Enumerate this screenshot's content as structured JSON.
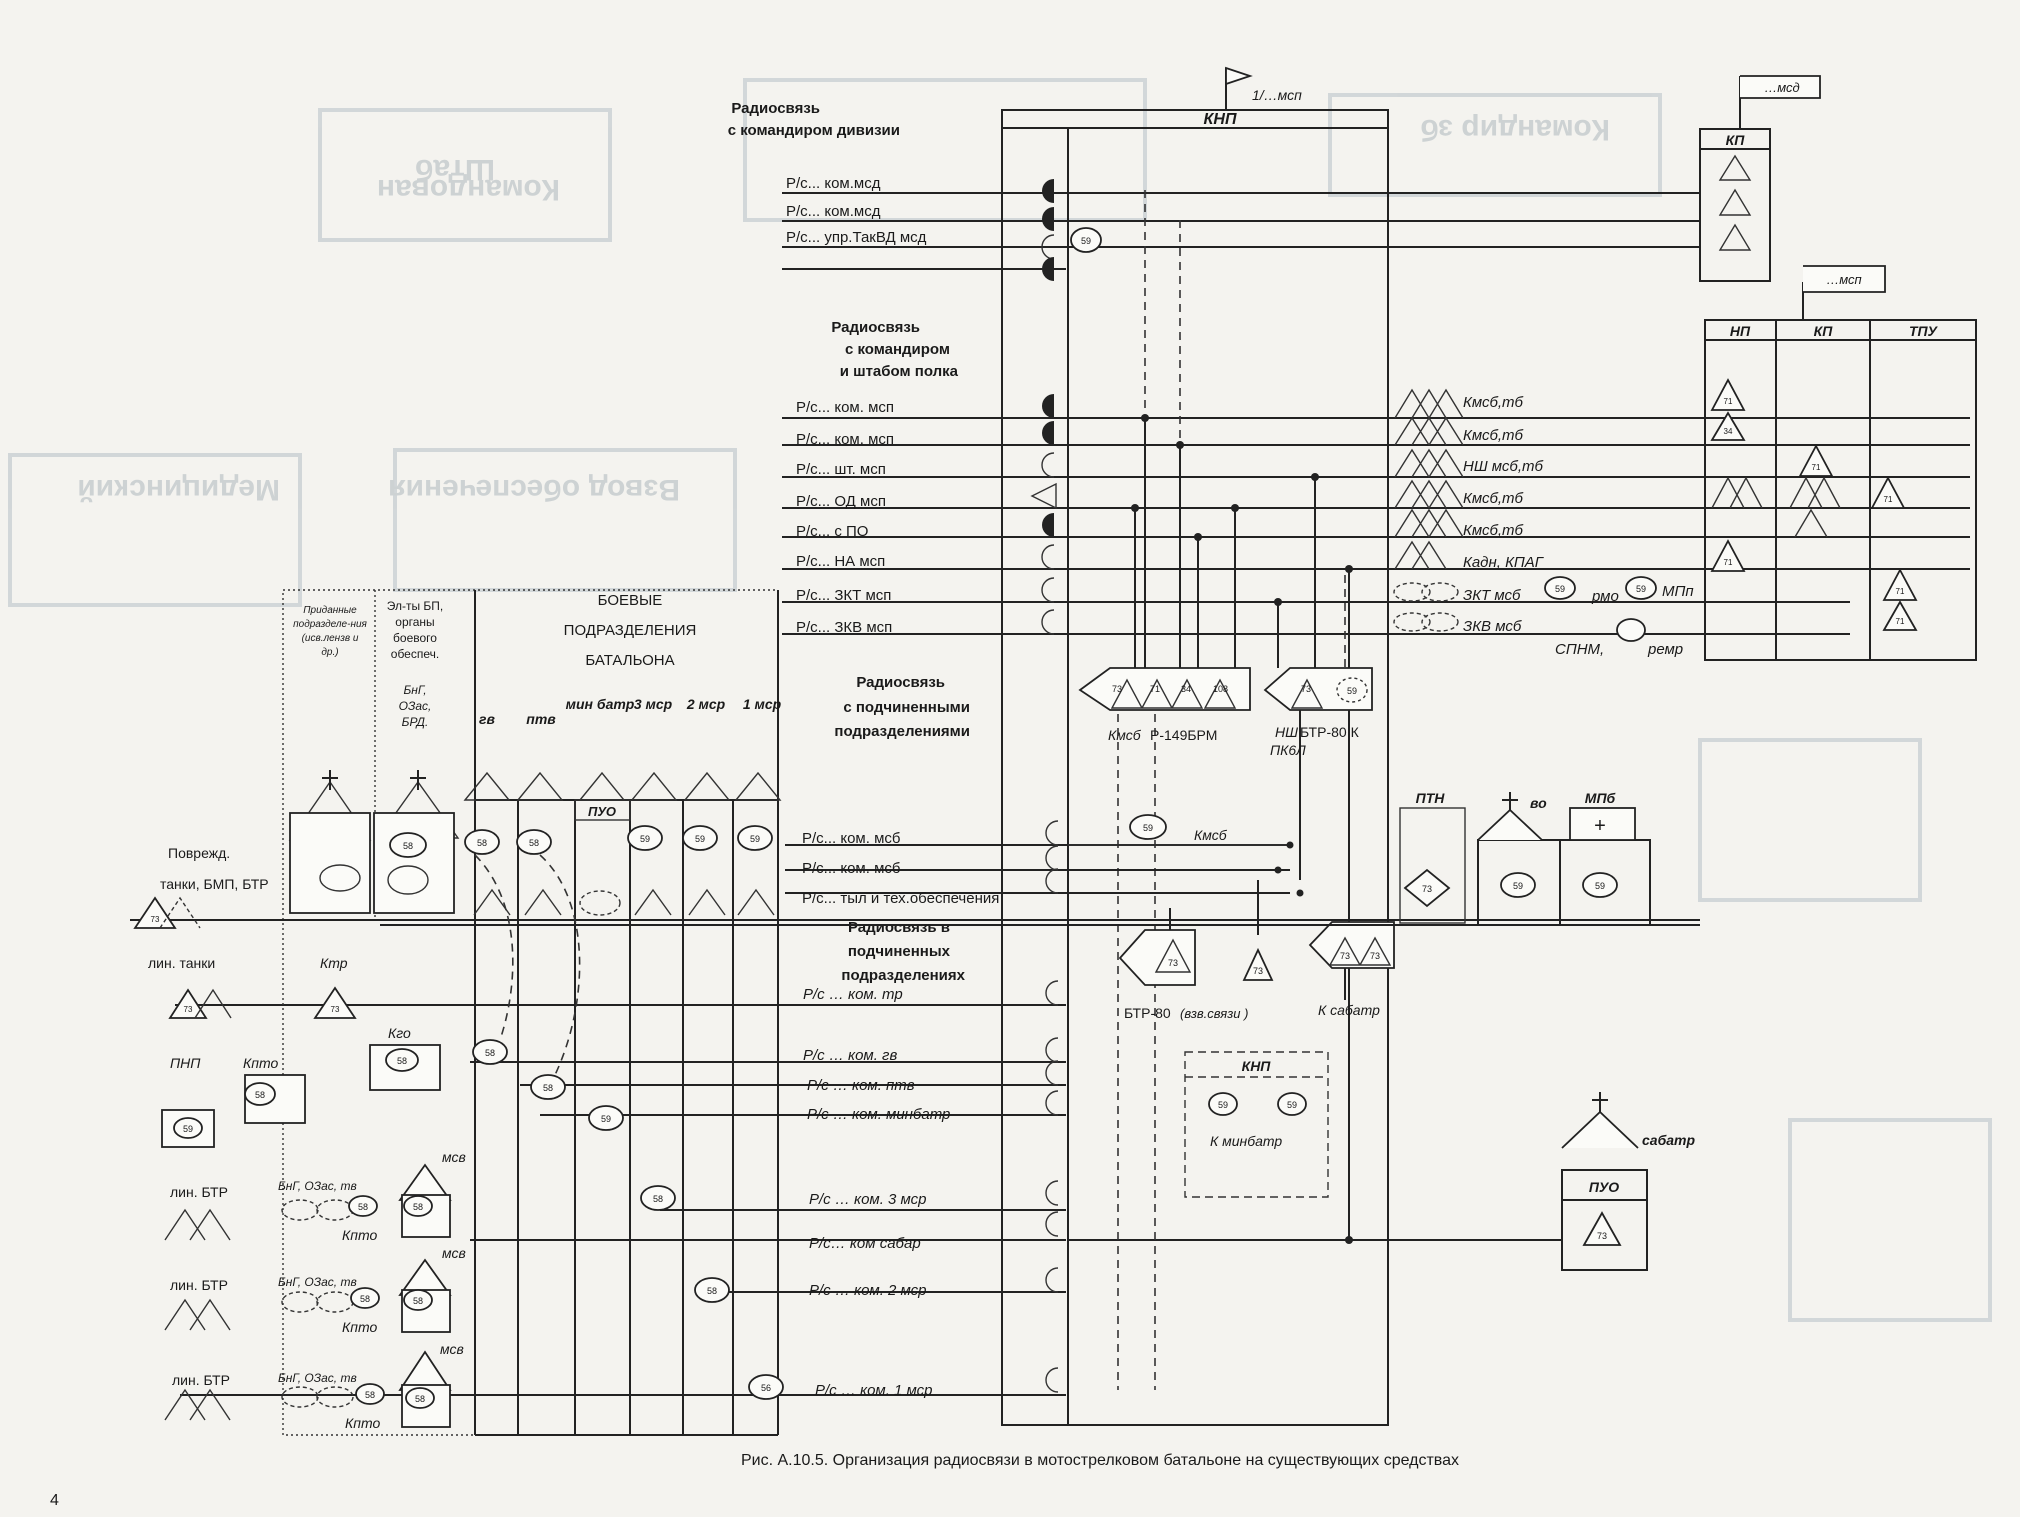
{
  "title": {
    "knp": "КНП",
    "flag_top": "1/…мсп",
    "flag_msd": "…мсд",
    "flag_msp": "…мсп"
  },
  "headings": {
    "div": [
      "Радиосвязь",
      "с командиром дивизии"
    ],
    "regiment": [
      "Радиосвязь",
      "с командиром",
      "и штабом полка"
    ],
    "subordinate": [
      "Радиосвязь",
      "с подчиненными",
      "подразделениями"
    ],
    "within": [
      "Радиосвязь в",
      "подчиненных",
      "подразделениях"
    ]
  },
  "div_nets": [
    "Р/с... ком.мсд",
    "Р/с... ком.мсд",
    "Р/с... упр.ТакВД мсд"
  ],
  "regiment_nets": [
    "Р/с... ком. мсп",
    "Р/с... ком. мсп",
    "Р/с... шт. мсп",
    "Р/с... ОД мсп",
    "Р/с...  с ПО",
    "Р/с... НА мсп",
    "Р/с... ЗКТ мсп",
    "Р/с... ЗКВ мсп"
  ],
  "sub_nets": [
    "Р/с... ком. мсб",
    "Р/с... ком. мсб",
    "Р/с... тыл и тех.обеспечения"
  ],
  "internal_nets": [
    "Р/с … ком. тр",
    "Р/с … ком. гв",
    "Р/с … ком. птв",
    "Р/с … ком. минбатр",
    "Р/с … ком. 3 мср",
    "Р/с…  ком сабар",
    "Р/с … ком. 2 мср",
    "Р/с … ком. 1 мср"
  ],
  "right_labels": [
    "Кмсб,тб",
    "Кмсб,тб",
    "НШ мсб,тб",
    "Кмсб,тб",
    "Кмсб,тб",
    "Кадн, КПАГ",
    "ЗКТ мсб",
    "ЗКВ мсб"
  ],
  "right_extra": {
    "rmo": "рмо",
    "mpp": "МПп",
    "spnm": "СПНМ,",
    "remr": "ремр"
  },
  "kp_box": {
    "title": "КП"
  },
  "msp_cols": [
    "НП",
    "КП",
    "ТПУ"
  ],
  "table": {
    "col_attached": [
      "Приданные",
      "подразделе-ния",
      "(исв.лензв и",
      "др.)"
    ],
    "col_support": [
      "Эл-ты БП,",
      "органы",
      "боевого",
      "обеспеч."
    ],
    "col_support_sub": [
      "БнГ,",
      "ОЗас,",
      "БРД."
    ],
    "header_combat": [
      "БОЕВЫЕ",
      "ПОДРАЗДЕЛЕНИЯ",
      "БАТАЛЬОНА"
    ],
    "units": [
      "гв",
      "птв",
      "мин батр",
      "3 мср",
      "2 мср",
      "1 мср"
    ],
    "puo": "ПУО"
  },
  "vehicles": {
    "kmsb": "Кмсб",
    "r149": "Р-149БРМ",
    "nsh": "НШ",
    "pk": "ПК6Л",
    "btr80k": "БТР-80 К",
    "btr80": "БТР-80",
    "btr80_sub": "(взв.связи )",
    "ksabatr": "К сабатр",
    "knp2": "КНП",
    "kminbatr": "К минбатр",
    "ptn": "ПТН",
    "vo": "во",
    "mpb": "МПб",
    "sabatr": "сабатр",
    "puo": "ПУО"
  },
  "left_labels": {
    "povrezh": [
      "Поврежд.",
      "танки, БМП, БТР"
    ],
    "lin_tanki": "лин. танки",
    "ktr": "Ктр",
    "kgo": "Кго",
    "pnp": "ПНП",
    "kpto": "Кпто",
    "lin_btr": "лин. БТР",
    "bng": "БнГ, ОЗас, тв",
    "msv": "мсв"
  },
  "numbers": [
    "73",
    "71",
    "34",
    "108",
    "59",
    "58",
    "56"
  ],
  "caption": "Рис. А.10.5.  Организация радиосвязи в мотострелковом батальоне на существующих средствах",
  "page_number": "4"
}
